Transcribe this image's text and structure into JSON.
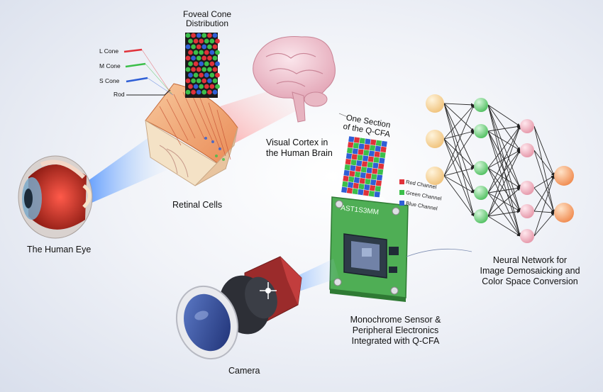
{
  "labels": {
    "foveal_title": "Foveal Cone\nDistribution",
    "l_cone": "L Cone",
    "m_cone": "M Cone",
    "s_cone": "S Cone",
    "rod": "Rod",
    "retinal_cells": "Retinal Cells",
    "human_eye": "The Human Eye",
    "visual_cortex_line1": "Visual Cortex in",
    "visual_cortex_line2": "the Human Brain",
    "qcfa_title": "One Section\nof the Q-CFA",
    "red_channel": "Red Channel",
    "green_channel": "Green Channel",
    "blue_channel": "Blue Channel",
    "sensor_chip_text": "AST1S3MM",
    "nn_line1": "Neural Network for",
    "nn_line2": "Image Demosaicking and",
    "nn_line3": "Color Space Conversion",
    "sensor_line1": "Monochrome Sensor &",
    "sensor_line2": "Peripheral Electronics",
    "sensor_line3": "Integrated with Q-CFA",
    "camera": "Camera"
  },
  "colors": {
    "red": "#e0323a",
    "green": "#3cbf4a",
    "blue": "#2f5fd6",
    "pcb_green": "#4fae55",
    "beam_blue": "#4da3ff",
    "node_orange": "#f4a06a",
    "node_green": "#7ed68a",
    "node_pink": "#f3b3bf",
    "node_cream": "#f7d9a0"
  }
}
